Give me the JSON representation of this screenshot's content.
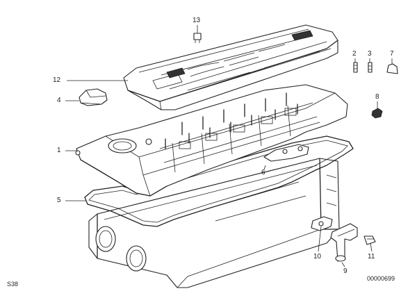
{
  "callouts": [
    "1",
    "2",
    "3",
    "4",
    "5",
    "6",
    "7",
    "8",
    "10",
    "11",
    "9",
    "12",
    "13"
  ],
  "footer": {
    "left": "S38",
    "right": "00000699"
  }
}
